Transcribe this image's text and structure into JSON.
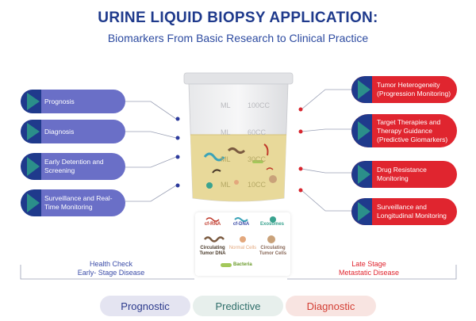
{
  "header": {
    "title": "URINE LIQUID BIOPSY APPLICATION:",
    "subtitle": "Biomarkers From Basic Research to Clinical Practice"
  },
  "left_items": [
    {
      "label": "Prognosis"
    },
    {
      "label": "Diagnosis"
    },
    {
      "label": "Early Detention and Screening"
    },
    {
      "label": "Surveillance and Real-Time Monitoring"
    }
  ],
  "right_items": [
    {
      "label": "Tumor Heterogeneity (Progression Monitoring)"
    },
    {
      "label": "Target Therapies and Therapy Guidance (Predictive Giomarkers)"
    },
    {
      "label": "Drug Resistance Monitoring"
    },
    {
      "label": "Surveillance and Longitudinal Monitoring"
    }
  ],
  "cup": {
    "marks": [
      "ML",
      "100CC",
      "ML",
      "60CC",
      "ML",
      "30CC",
      "ML",
      "10CC"
    ]
  },
  "legend": {
    "cf_rna": "cf-RNA",
    "cf_dna": "cf-DNA",
    "exosomes": "Exosomes",
    "ctdna": "Circulating Tumor DNA",
    "normal_cells": "Normal Cells",
    "ctc": "Circulating Tumor Cells",
    "bacteria": "Bacteria"
  },
  "stages": {
    "left_line1": "Health Check",
    "left_line2": "Early- Stage Disease",
    "right_line1": "Late Stage",
    "right_line2": "Metastatic Disease"
  },
  "buttons": {
    "prognostic": "Prognostic",
    "predictive": "Predictive",
    "diagnostic": "Diagnostic"
  },
  "colors": {
    "left_pill": "#6a6fc7",
    "right_pill": "#e0252f",
    "title": "#1f3a8c"
  }
}
